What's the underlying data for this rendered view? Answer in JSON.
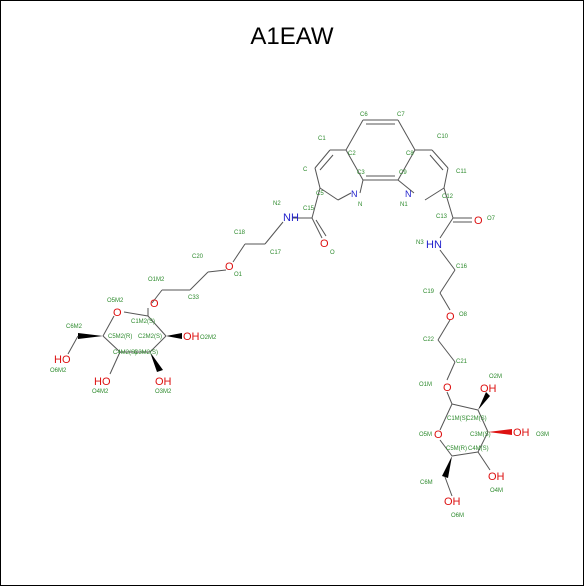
{
  "title": "A1EAW",
  "atoms": {
    "nh_left": "NH",
    "nh_right": "HN",
    "n_left": "N",
    "n_right": "N",
    "o": "O",
    "oh": "OH",
    "ho": "HO"
  },
  "labels": {
    "C1": "C1",
    "C6": "C6",
    "C7": "C7",
    "C10": "C10",
    "C": "C",
    "C2": "C2",
    "C3": "C3",
    "C8": "C8",
    "C9": "C9",
    "C11": "C11",
    "C5": "C5",
    "N": "N",
    "N1": "N1",
    "C12": "C12",
    "C13": "C13",
    "O7": "O7",
    "N2": "N2",
    "C15": "C15",
    "N3": "N3",
    "O": "O",
    "C18": "C18",
    "C17": "C17",
    "C16": "C16",
    "C20": "C20",
    "O1": "O1",
    "C19": "C19",
    "O8": "O8",
    "C33": "C33",
    "O1M2": "O1M2",
    "O5M2": "O5M2",
    "C22": "C22",
    "C21": "C21",
    "C6M2": "C6M2",
    "C1M2": "C1M2(S)",
    "C5M2": "C5M2(R)",
    "C2M2": "C2M2(S)",
    "O2M2": "O2M2",
    "C4M2": "C4M2(S)",
    "C3M2": "C3M2(S)",
    "O6M2": "O6M2",
    "O4M2": "O4M2",
    "O3M2": "O3M2",
    "O1M": "O1M",
    "O2M": "O2M",
    "C1M": "C1M(S)",
    "C2M": "C2M(S)",
    "O5M": "O5M",
    "C3M": "C3M(S)",
    "O3M": "O3M",
    "C5M": "C5M(R)",
    "C4M": "C4M(S)",
    "C6M": "C6M",
    "O4M": "O4M",
    "O6M": "O6M"
  }
}
